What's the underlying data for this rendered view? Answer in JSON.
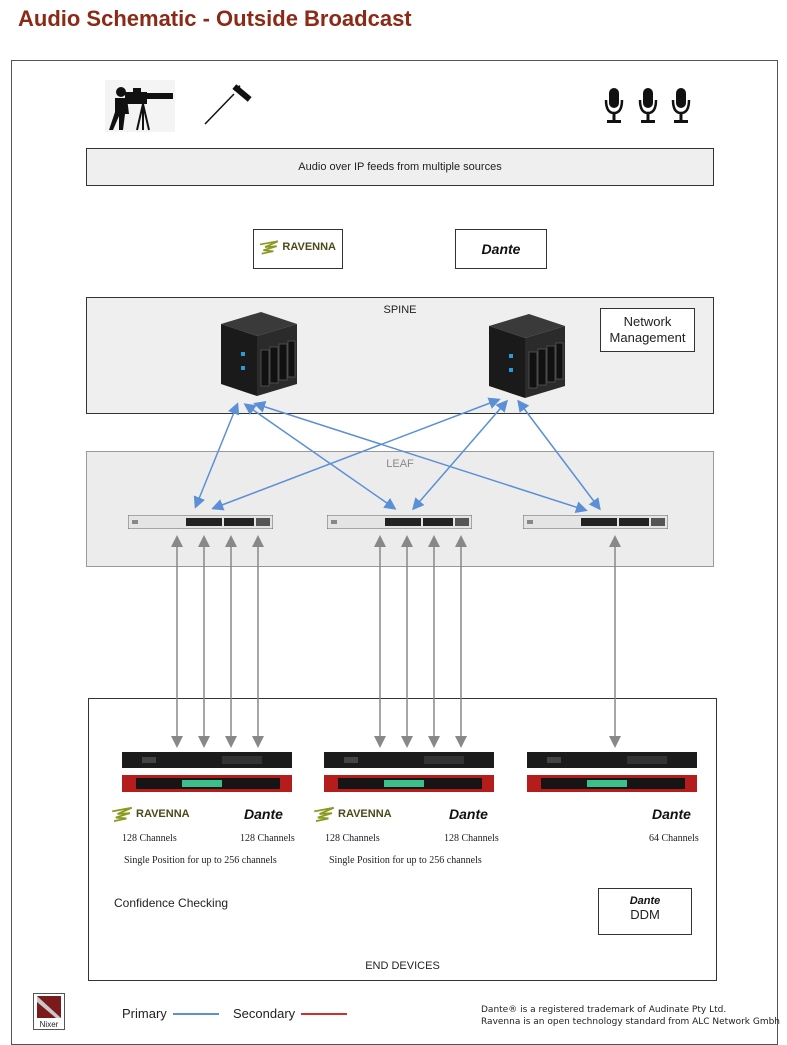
{
  "title": "Audio Schematic - Outside Broadcast",
  "feeds_label": "Audio over IP feeds from multiple sources",
  "ravenna_logo": "RAVENNA",
  "dante_logo": "Dante",
  "spine_label": "SPINE",
  "network_management": [
    "Network",
    "Management"
  ],
  "leaf_label": "LEAF",
  "end_devices_label": "END DEVICES",
  "devices": [
    {
      "left_logo": "RAVENNA",
      "left_channels": "128 Channels",
      "right_logo": "Dante",
      "right_channels": "128 Channels",
      "note": "Single Position for up to 256 channels"
    },
    {
      "left_logo": "RAVENNA",
      "left_channels": "128 Channels",
      "right_logo": "Dante",
      "right_channels": "128 Channels",
      "note": "Single Position for up to 256 channels"
    },
    {
      "right_logo": "Dante",
      "right_channels": "64 Channels"
    }
  ],
  "confidence_checking": "Confidence Checking",
  "ddm": {
    "logo": "Dante",
    "label": "DDM"
  },
  "legend": {
    "primary": "Primary",
    "secondary": "Secondary",
    "primary_color": "#5b8fd6",
    "secondary_color": "#d03030"
  },
  "footnote": [
    "Dante® is a registered trademark of Audinate Pty Ltd.",
    "Ravenna is an open technology standard from ALC Network Gmbh"
  ],
  "nixer_logo": "Nixer",
  "colors": {
    "title": "#8b2a16",
    "link_blue": "#5b8fd6",
    "link_gray": "#888888"
  }
}
